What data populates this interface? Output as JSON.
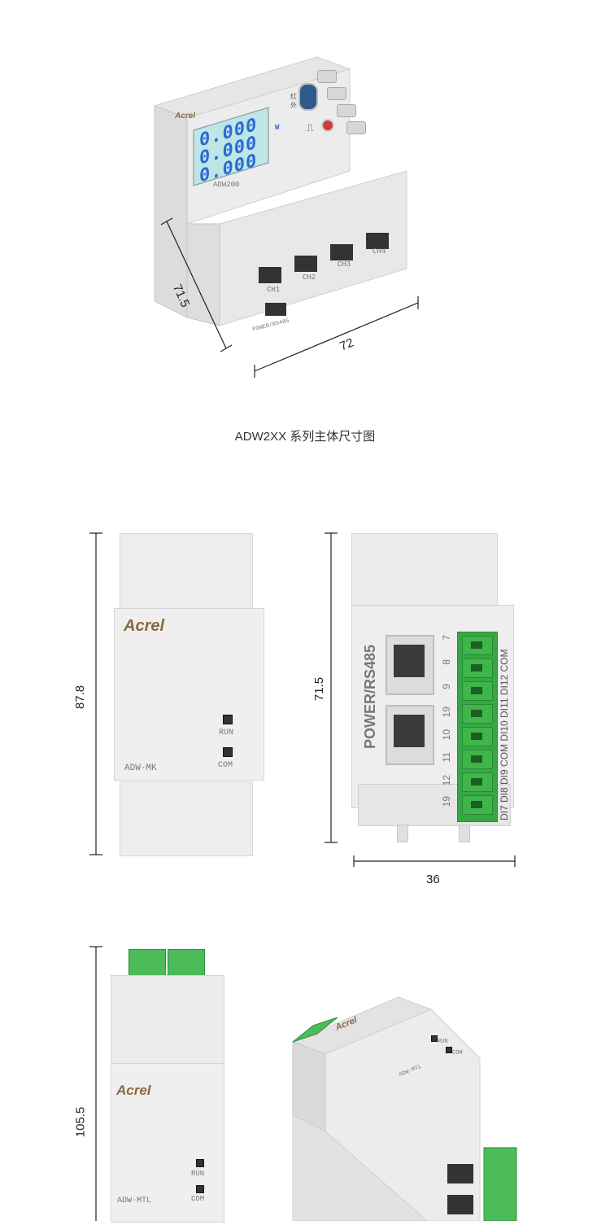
{
  "section1": {
    "device": {
      "brand": "Acrel",
      "model": "ADW200",
      "lcd_rows": [
        "0.000",
        "0.000",
        "0.000"
      ],
      "lcd_unit": "W",
      "ir_label_1": "红",
      "ir_label_2": "外",
      "channels": [
        "CH1",
        "CH2",
        "CH3",
        "CH4"
      ],
      "port_label": "POWER/RS485"
    },
    "dim_depth": "71.5",
    "dim_width": "72",
    "caption": "ADW2XX 系列主体尺寸图"
  },
  "section2": {
    "front": {
      "brand": "Acrel",
      "model": "ADW-MK",
      "led_run": "RUN",
      "led_com": "COM",
      "dim_height": "87.8"
    },
    "side": {
      "port_label": "POWER/RS485",
      "pin_numbers": [
        "7",
        "8",
        "9",
        "19",
        "10",
        "11",
        "12",
        "19"
      ],
      "terminal_labels": "DI7 DI8 DI9 COM DI10 DI11 DI12 COM",
      "dim_height": "71.5",
      "dim_width": "36"
    }
  },
  "section3": {
    "front": {
      "brand": "Acrel",
      "model": "ADW-MTL",
      "led_run": "RUN",
      "led_com": "COM",
      "dim_height": "105.5"
    },
    "angled": {
      "brand": "Acrel",
      "model": "ADW-MTL",
      "led_run": "RUN",
      "led_com": "COM"
    }
  }
}
